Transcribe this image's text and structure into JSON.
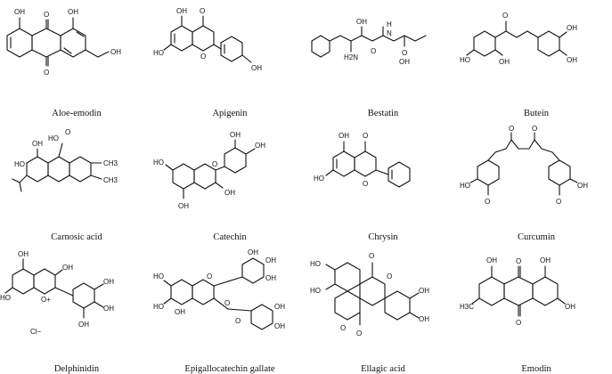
{
  "compounds": [
    {
      "name": "Aloe-emodin",
      "labels": {
        "a": "OH",
        "b": "O",
        "c": "OH",
        "d": "O",
        "e": "OH"
      }
    },
    {
      "name": "Apigenin",
      "labels": {
        "a": "OH",
        "b": "O",
        "c": "HO",
        "d": "O",
        "e": "OH"
      }
    },
    {
      "name": "Bestatin",
      "labels": {
        "a": "OH",
        "b": "H",
        "c": "N",
        "d": "H2N",
        "e": "O",
        "f": "O",
        "g": "OH"
      }
    },
    {
      "name": "Butein",
      "labels": {
        "a": "O",
        "b": "HO",
        "c": "OH",
        "d": "OH",
        "e": "OH"
      }
    },
    {
      "name": "Carnosic acid",
      "labels": {
        "a": "HO",
        "b": "O",
        "c": "OH",
        "d": "HO",
        "e": "CH3",
        "f": "CH3"
      }
    },
    {
      "name": "Catechin",
      "labels": {
        "a": "OH",
        "b": "OH",
        "c": "HO",
        "d": "O",
        "e": "OH",
        "f": "OH"
      }
    },
    {
      "name": "Chrysin",
      "labels": {
        "a": "OH",
        "b": "O",
        "c": "HO",
        "d": "O"
      }
    },
    {
      "name": "Curcumin",
      "labels": {
        "a": "O",
        "b": "O",
        "c": "HO",
        "d": "O",
        "e": "O",
        "f": "OH"
      }
    },
    {
      "name": "Delphinidin",
      "labels": {
        "a": "OH",
        "b": "OH",
        "c": "HO",
        "d": "O+",
        "e": "OH",
        "f": "OH",
        "g": "OH",
        "h": "Cl−"
      }
    },
    {
      "name": "Epigallocatechin gallate",
      "labels": {
        "a": "OH",
        "b": "OH",
        "c": "HO",
        "d": "O",
        "e": "OH",
        "f": "HO",
        "g": "OH",
        "h": "O",
        "i": "O",
        "j": "OH",
        "k": "OH"
      }
    },
    {
      "name": "Ellagic acid",
      "labels": {
        "a": "O",
        "b": "HO",
        "c": "O",
        "d": "HO",
        "e": "OH",
        "f": "O",
        "g": "OH",
        "h": "O"
      }
    },
    {
      "name": "Emodin",
      "labels": {
        "a": "OH",
        "b": "O",
        "c": "OH",
        "d": "H3C",
        "e": "O",
        "f": "OH"
      }
    }
  ]
}
